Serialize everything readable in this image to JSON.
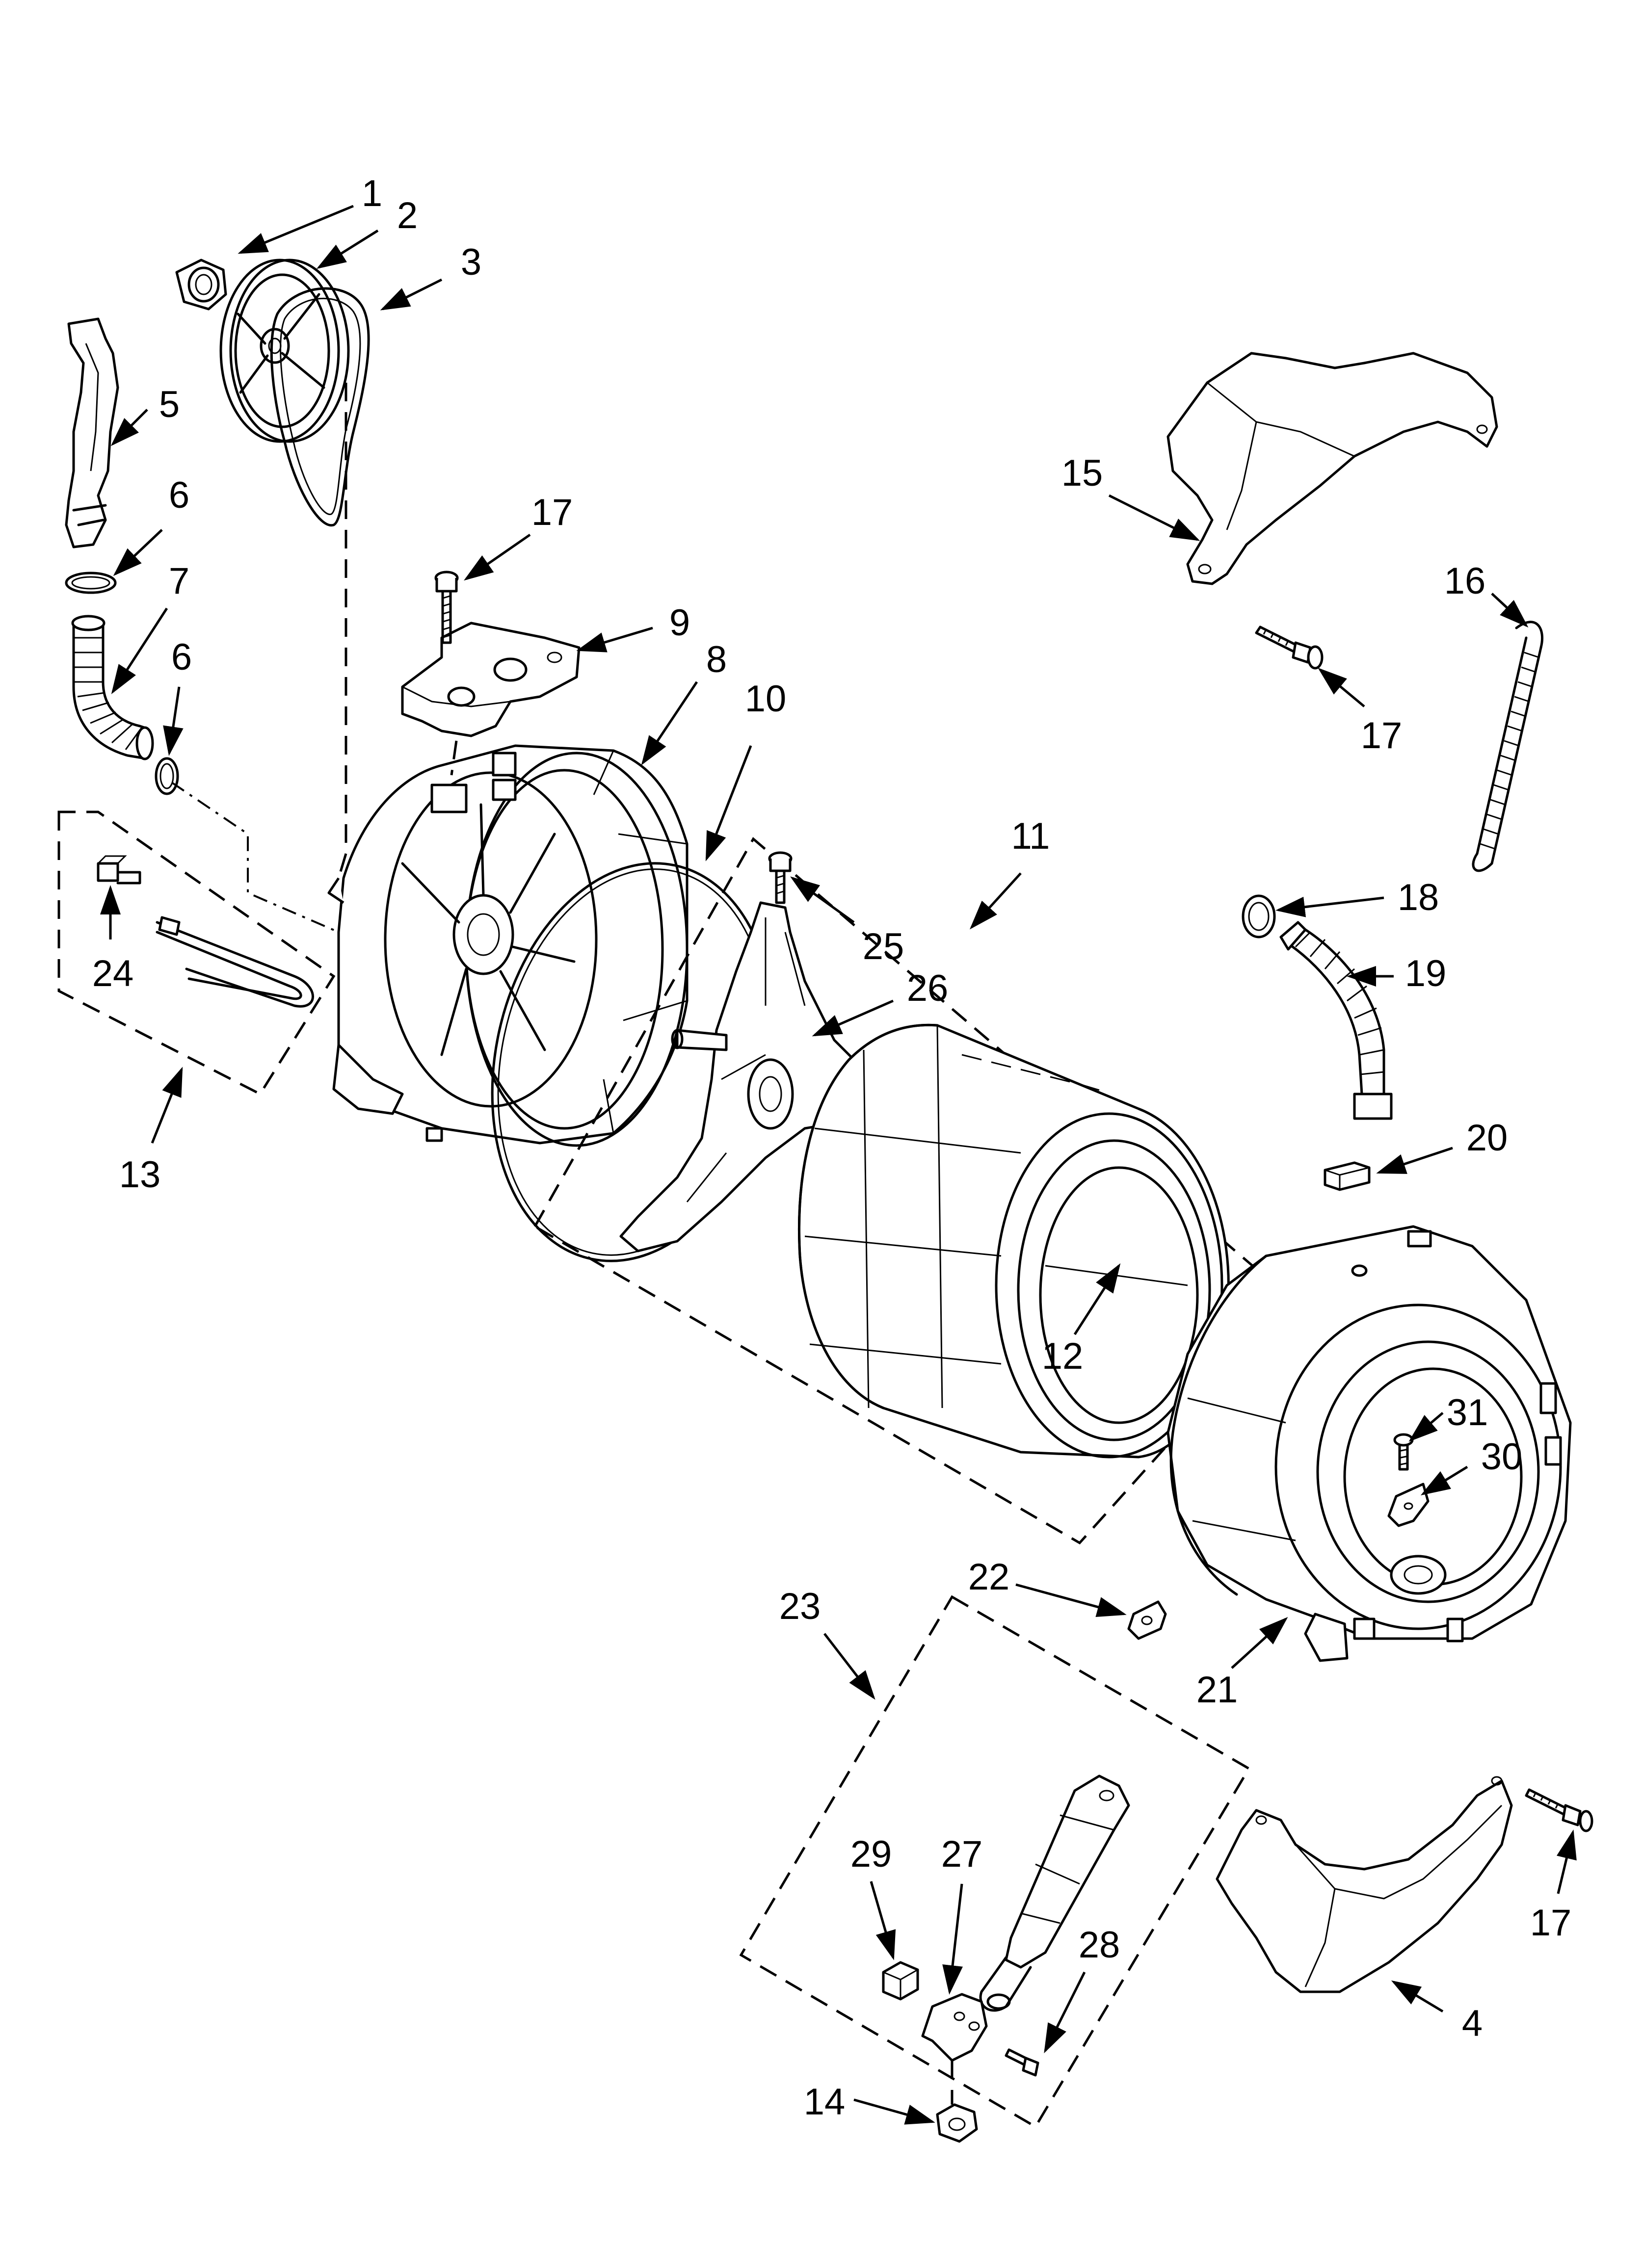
{
  "callouts": [
    {
      "id": "c1",
      "text": "1"
    },
    {
      "id": "c2",
      "text": "2"
    },
    {
      "id": "c3",
      "text": "3"
    },
    {
      "id": "c4",
      "text": "4"
    },
    {
      "id": "c5",
      "text": "5"
    },
    {
      "id": "c6a",
      "text": "6"
    },
    {
      "id": "c6b",
      "text": "6"
    },
    {
      "id": "c7",
      "text": "7"
    },
    {
      "id": "c8",
      "text": "8"
    },
    {
      "id": "c9",
      "text": "9"
    },
    {
      "id": "c10",
      "text": "10"
    },
    {
      "id": "c11",
      "text": "11"
    },
    {
      "id": "c12",
      "text": "12"
    },
    {
      "id": "c13",
      "text": "13"
    },
    {
      "id": "c14",
      "text": "14"
    },
    {
      "id": "c15",
      "text": "15"
    },
    {
      "id": "c16",
      "text": "16"
    },
    {
      "id": "c17a",
      "text": "17"
    },
    {
      "id": "c17b",
      "text": "17"
    },
    {
      "id": "c17c",
      "text": "17"
    },
    {
      "id": "c18",
      "text": "18"
    },
    {
      "id": "c19",
      "text": "19"
    },
    {
      "id": "c20",
      "text": "20"
    },
    {
      "id": "c21",
      "text": "21"
    },
    {
      "id": "c22",
      "text": "22"
    },
    {
      "id": "c23",
      "text": "23"
    },
    {
      "id": "c24",
      "text": "24"
    },
    {
      "id": "c25",
      "text": "25"
    },
    {
      "id": "c26",
      "text": "26"
    },
    {
      "id": "c27",
      "text": "27"
    },
    {
      "id": "c28",
      "text": "28"
    },
    {
      "id": "c29",
      "text": "29"
    },
    {
      "id": "c30",
      "text": "30"
    },
    {
      "id": "c31",
      "text": "31"
    }
  ],
  "colors": {
    "line": "#000000",
    "background": "#ffffff"
  }
}
